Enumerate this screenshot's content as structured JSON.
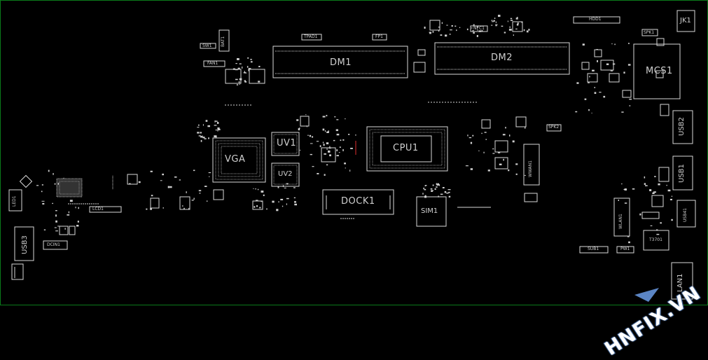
{
  "board": {
    "labels": {
      "dm1": "DM1",
      "dm2": "DM2",
      "cpu1": "CPU1",
      "vga": "VGA",
      "uv1": "UV1",
      "uv2": "UV2",
      "dock1": "DOCK1",
      "sim1": "SIM1",
      "mcs1": "MCS1",
      "usb3": "USB3",
      "usb2": "USB2",
      "usb1": "USB1",
      "wwan1": "WWAN1",
      "wlan1": "WLAN1",
      "lan1": "LAN1",
      "jk1": "JK1",
      "hdd1": "HDD1",
      "spk1": "SPK1",
      "spk2": "SPK2",
      "tpad1": "TPAD1",
      "fp1": "FP1",
      "nfc1": "NFC1",
      "bat1": "BAT1",
      "sw1": "SW1",
      "fan1": "FAN1",
      "lcd1": "LCD1",
      "dcin1": "DCIN1",
      "led1": "LED1",
      "sub1": "SUB1",
      "pw1": "PW1",
      "t3701": "T3701",
      "usb4": "USB41"
    },
    "watermark": "HNFIX.VN",
    "colors": {
      "background": "#000000",
      "outline": "#d8d8d8",
      "border": "#0a7a1a",
      "marker": "#e03030"
    }
  }
}
